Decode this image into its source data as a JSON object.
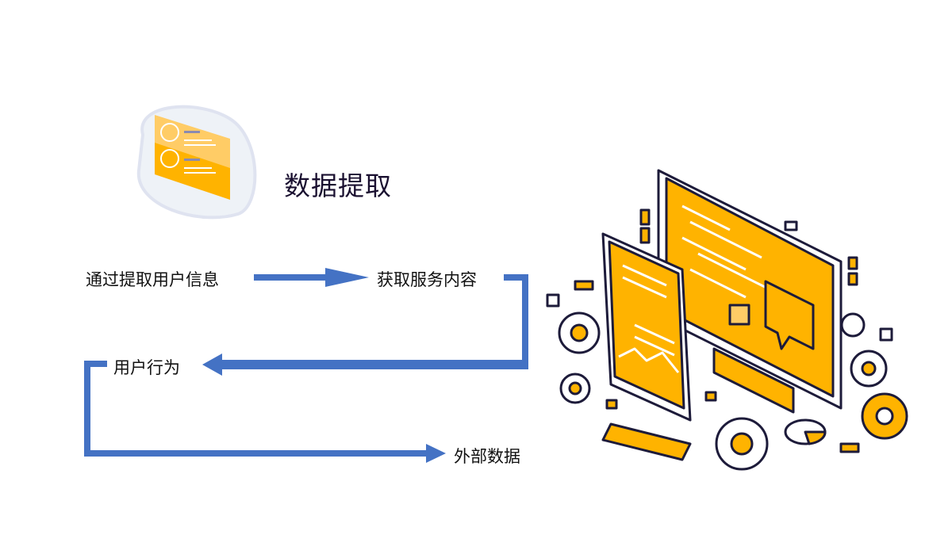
{
  "title": "数据提取",
  "flow": {
    "steps": [
      "通过提取用户信息",
      "获取服务内容",
      "用户行为",
      "外部数据"
    ]
  },
  "colors": {
    "arrow": "#4472c4",
    "accent": "#ffb300",
    "outline": "#1d1b3a"
  },
  "icons": [
    "data-cards-icon",
    "computer-illustration"
  ]
}
